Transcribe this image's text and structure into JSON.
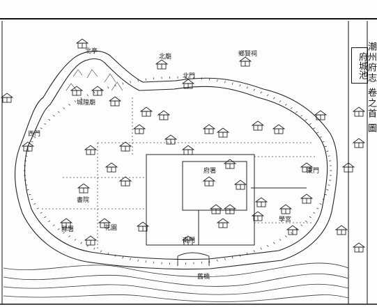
{
  "map": {
    "box_title": "府城池",
    "volume_title": "潮州府志 卷之首 圖",
    "labels": {
      "north_pavilion": "北亭",
      "north_temple": "北廟",
      "ancestral_hall": "鄉賢祠",
      "south_gate_bridge": "舊橋",
      "central_office": "府署",
      "south_gate": "南門",
      "west_gate": "西門",
      "east_gate": "東門",
      "north_gate": "北門",
      "academy": "書院",
      "yamen_west": "縣署",
      "temple_right": "學宮",
      "garden": "花園",
      "temple_left": "城隍廟"
    }
  }
}
